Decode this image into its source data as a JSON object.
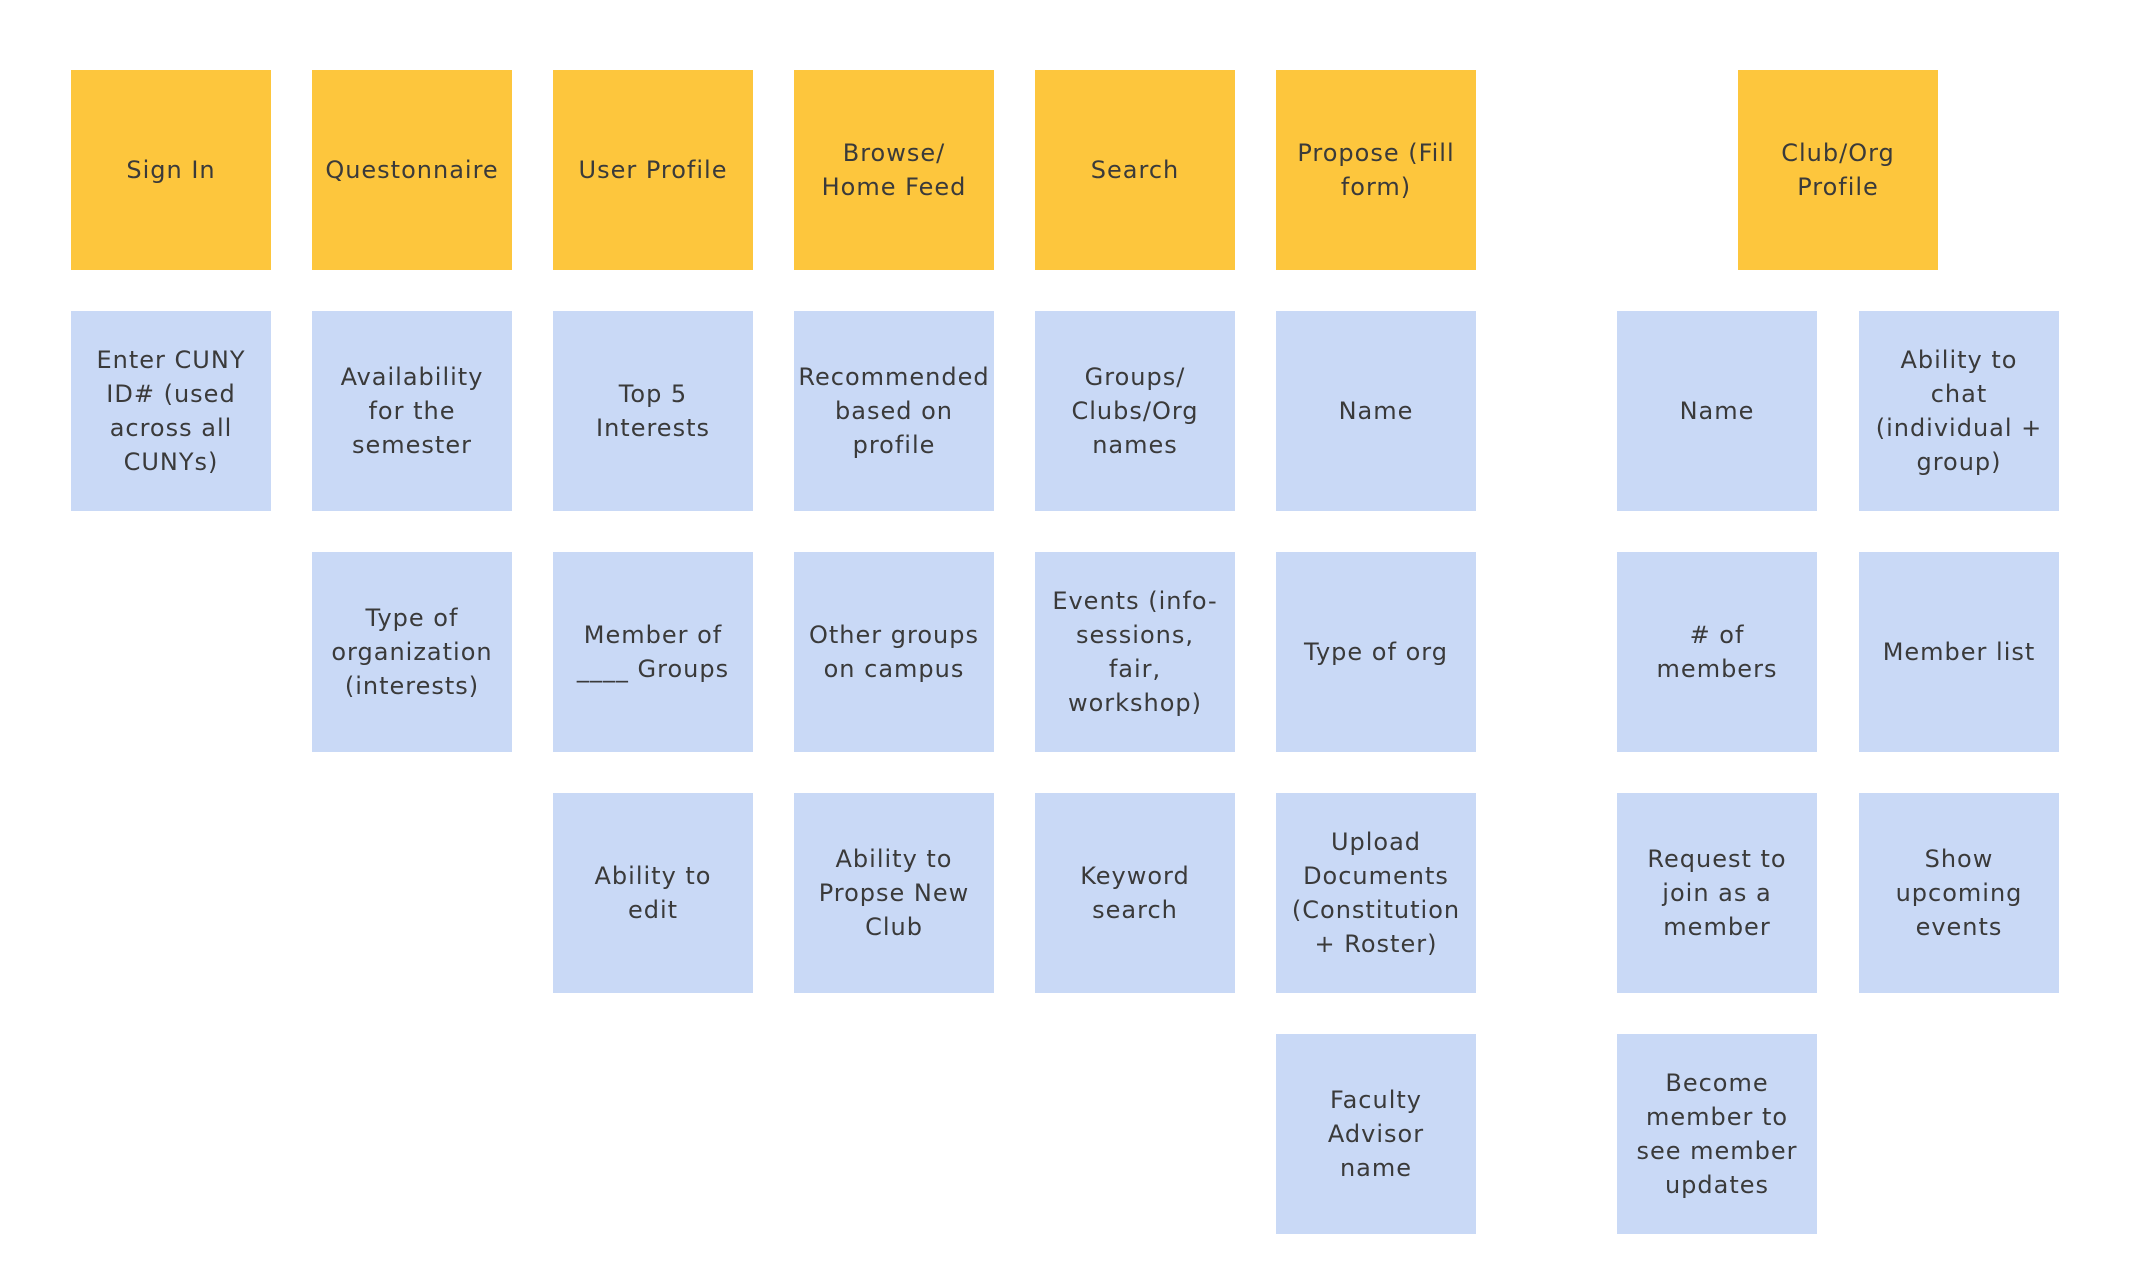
{
  "headers": {
    "sign_in": "Sign In",
    "questionnaire": "Questonnaire",
    "user_profile": "User Profile",
    "browse": "Browse/\nHome Feed",
    "search": "Search",
    "propose": "Propose (Fill\nform)",
    "club_profile": "Club/Org\nProfile"
  },
  "sign_in_items": [
    "Enter CUNY\nID# (used\nacross all\nCUNYs)"
  ],
  "questionnaire_items": [
    "Availability\nfor the\nsemester",
    "Type of\norganization\n(interests)"
  ],
  "user_profile_items": [
    "Top 5\nInterests",
    "Member of\n____ Groups",
    "Ability to\nedit"
  ],
  "browse_items": [
    "Recommended\nbased on\nprofile",
    "Other groups\non campus",
    "Ability to\nPropse New\nClub"
  ],
  "search_items": [
    "Groups/\nClubs/Org\nnames",
    "Events (info-\nsessions,\nfair,\nworkshop)",
    "Keyword\nsearch"
  ],
  "propose_items": [
    "Name",
    "Type of org",
    "Upload\nDocuments\n(Constitution\n+ Roster)",
    "Faculty\nAdvisor\nname"
  ],
  "club_profile_left": [
    "Name",
    "# of\nmembers",
    "Request to\njoin as a\nmember",
    "Become\nmember to\nsee member\nupdates"
  ],
  "club_profile_right": [
    "Ability to\nchat\n(individual +\ngroup)",
    "Member list",
    "Show\nupcoming\nevents"
  ],
  "colors": {
    "header": "#fdc63d",
    "item": "#c9d9f6",
    "text": "#3a3a3a"
  }
}
